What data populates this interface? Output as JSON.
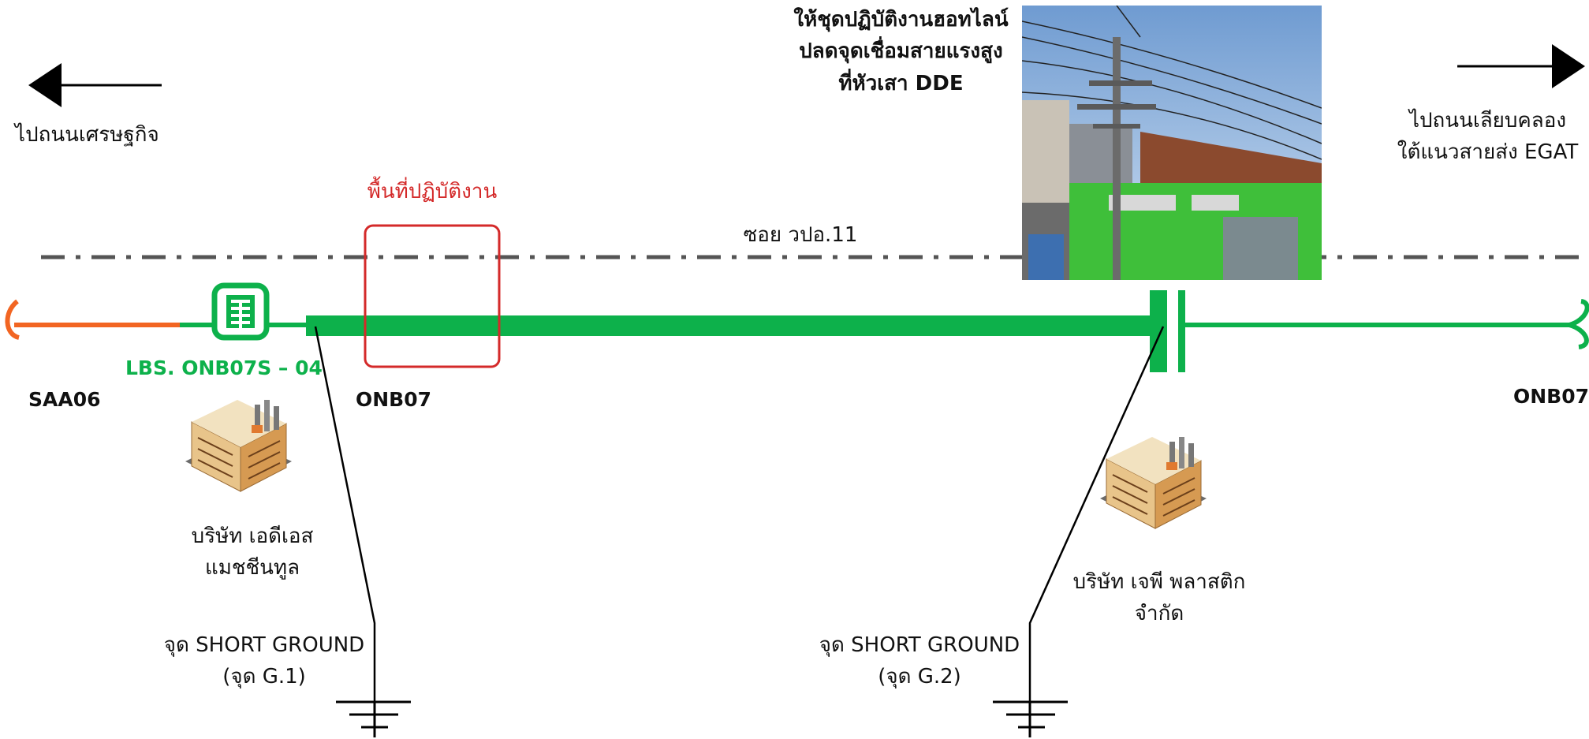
{
  "colors": {
    "feeder_green": "#0db14b",
    "source_orange": "#f26522",
    "work_area_red": "#d42a2a",
    "road_gray": "#555555"
  },
  "labels": {
    "left_direction": "ไปถนนเศรษฐกิจ",
    "right_direction_line1": "ไปถนนเลียบคลอง",
    "right_direction_line2": "ใต้แนวสายส่ง EGAT",
    "work_area": "พื้นที่ปฏิบัติงาน",
    "road": "ซอย วปอ.11",
    "hotline_line1": "ให้ชุดปฏิบัติงานฮอทไลน์",
    "hotline_line2": "ปลดจุดเชื่อมสายแรงสูง",
    "hotline_line3": "ที่หัวเสา DDE",
    "switch_label": "LBS. ONB07S – 04",
    "feeder_left": "SAA06",
    "feeder_mid": "ONB07",
    "feeder_right": "ONB07",
    "company1_line1": "บริษัท เอดีเอส",
    "company1_line2": "แมชชีนทูล",
    "company2_line1": "บริษัท เจพี พลาสติก",
    "company2_line2": "จำกัด",
    "ground1_line1": "จุด SHORT GROUND",
    "ground1_line2": "(จุด G.1)",
    "ground2_line1": "จุด SHORT GROUND",
    "ground2_line2": "(จุด G.2)"
  },
  "icons": {
    "left_arrow": "arrow-left-icon",
    "right_arrow": "arrow-right-icon",
    "switch": "load-break-switch-icon",
    "factory": "factory-icon",
    "ground": "ground-icon"
  }
}
